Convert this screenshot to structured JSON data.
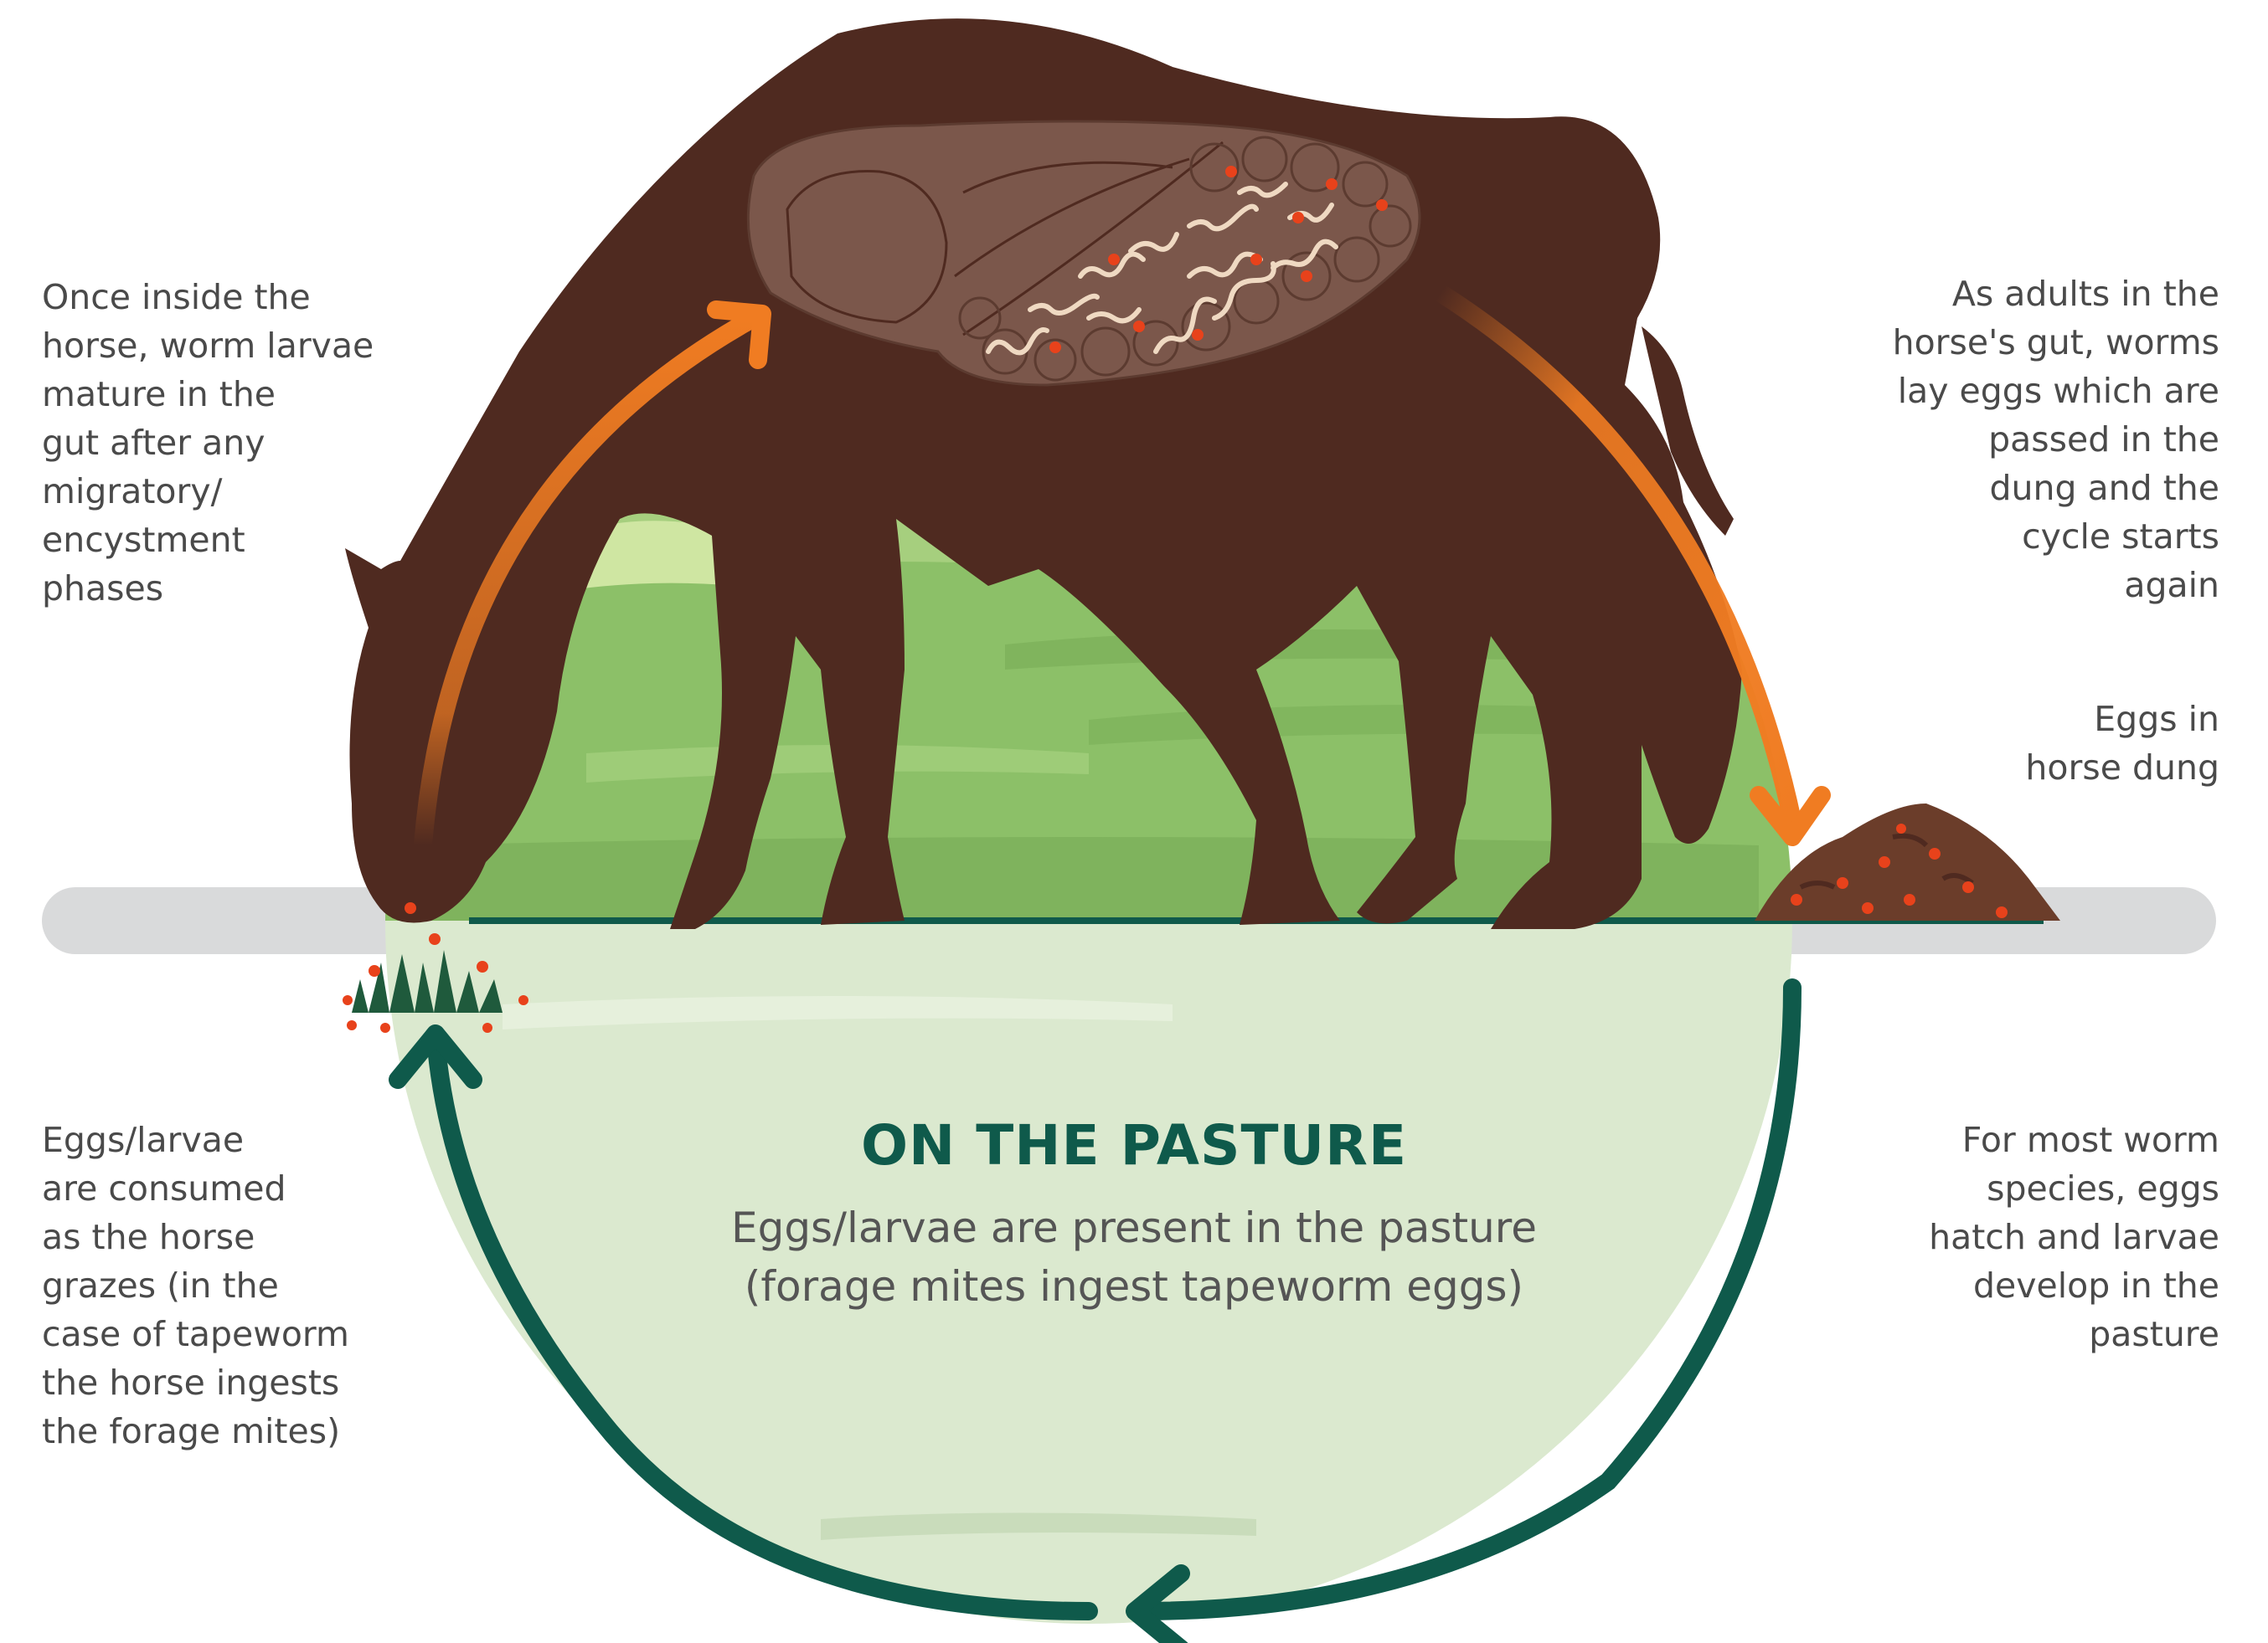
{
  "notes": {
    "inside_horse": "Once inside the\nhorse, worm larvae\nmature in the\ngut after any\nmigratory/\nencystment\nphases",
    "adults_gut": "As adults in the\nhorse's gut, worms\nlay eggs which are\npassed in the\ndung and the\ncycle starts\nagain",
    "eggs_dung": "Eggs in\nhorse dung",
    "consumed": "Eggs/larvae\nare consumed\nas the horse\ngrazes (in the\ncase of tapeworm\nthe horse ingests\nthe forage mites)",
    "hatch": "For most worm\nspecies, eggs\nhatch and larvae\ndevelop in the\npasture"
  },
  "pasture": {
    "title": "ON THE PASTURE",
    "description": "Eggs/larvae are present in the pasture\n(forage mites ingest tapeworm eggs)"
  },
  "colors": {
    "horse": "#4f2a20",
    "gut": "#7b574b",
    "meadow": "#8cc068",
    "pasture_circle": "#dbe9cf",
    "cycle_arrow": "#0f5a4b",
    "orange_arrow": "#f07c22",
    "egg": "#e8421b",
    "ground_bar": "#d9dadb",
    "dung": "#6b3d2a"
  }
}
